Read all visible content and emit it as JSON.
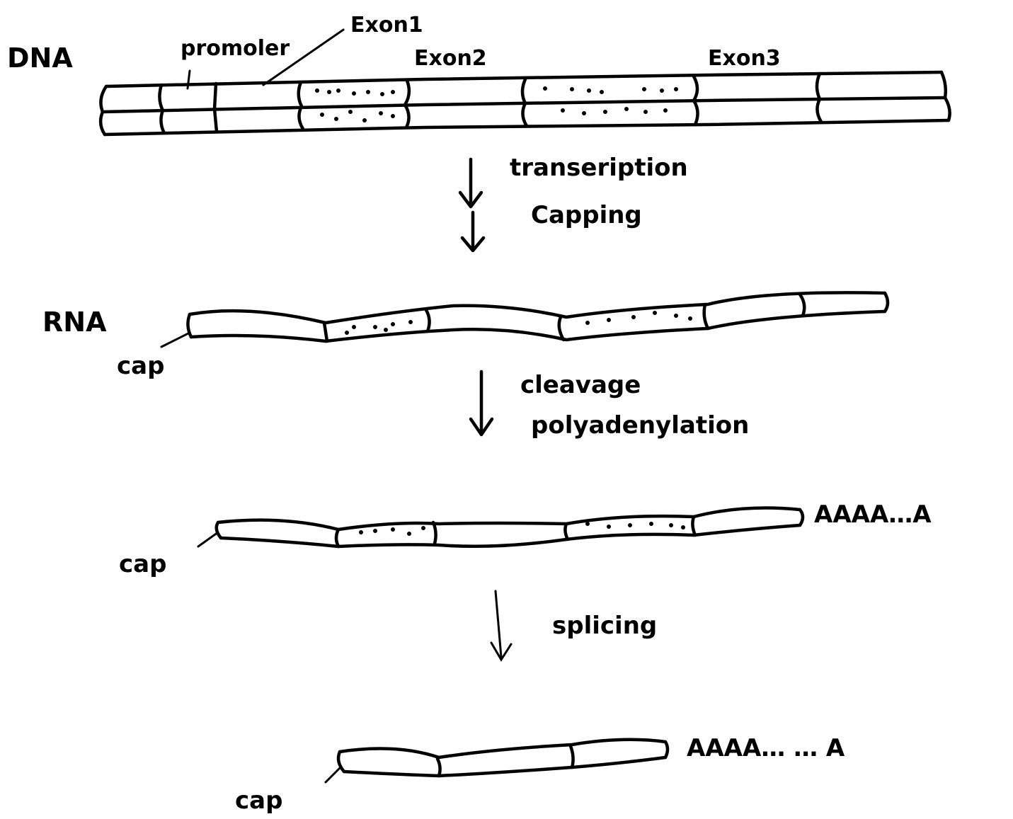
{
  "labels": {
    "dna": "DNA",
    "promoter": "promoler",
    "exon1": "Exon1",
    "exon2": "Exon2",
    "exon3": "Exon3",
    "rna": "RNA",
    "cap1": "cap",
    "cap2": "cap",
    "cap3": "cap",
    "polyA1": "AAAA…A",
    "polyA2": "AAAA… … A"
  },
  "steps": {
    "transcription": "transeription",
    "capping": "Capping",
    "cleavage": "cleavage",
    "polyadenylation": "polyadenylation",
    "splicing": "splicing"
  }
}
